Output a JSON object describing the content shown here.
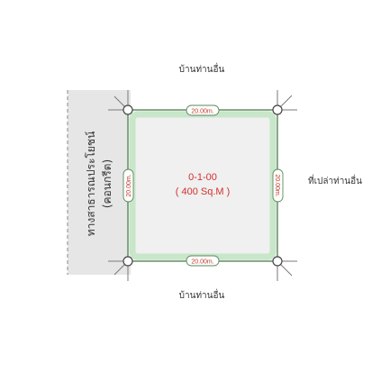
{
  "labels": {
    "neighbor_top": "บ้านท่านอื่น",
    "neighbor_bottom": "บ้านท่านอื่น",
    "neighbor_right": "ที่เปล่าท่านอื่น",
    "road_line1": "ทางสาธารณประโยชน์",
    "road_line2": "(คอนกรีต)"
  },
  "plot": {
    "area_rai_ngan_wa": "0-1-00",
    "area_sqm": "( 400 Sq.M )",
    "dim_top": "20.00m.",
    "dim_bottom": "20.00m.",
    "dim_left": "20.00m.",
    "dim_right": "20.00m."
  },
  "colors": {
    "plot_fill": "#f0f0f0",
    "plot_border": "#c8e6c9",
    "plot_outline": "#5a8a5e",
    "road_fill": "#e6e6e6",
    "dim_text": "#c0392b",
    "area_text": "#d32f2f"
  }
}
